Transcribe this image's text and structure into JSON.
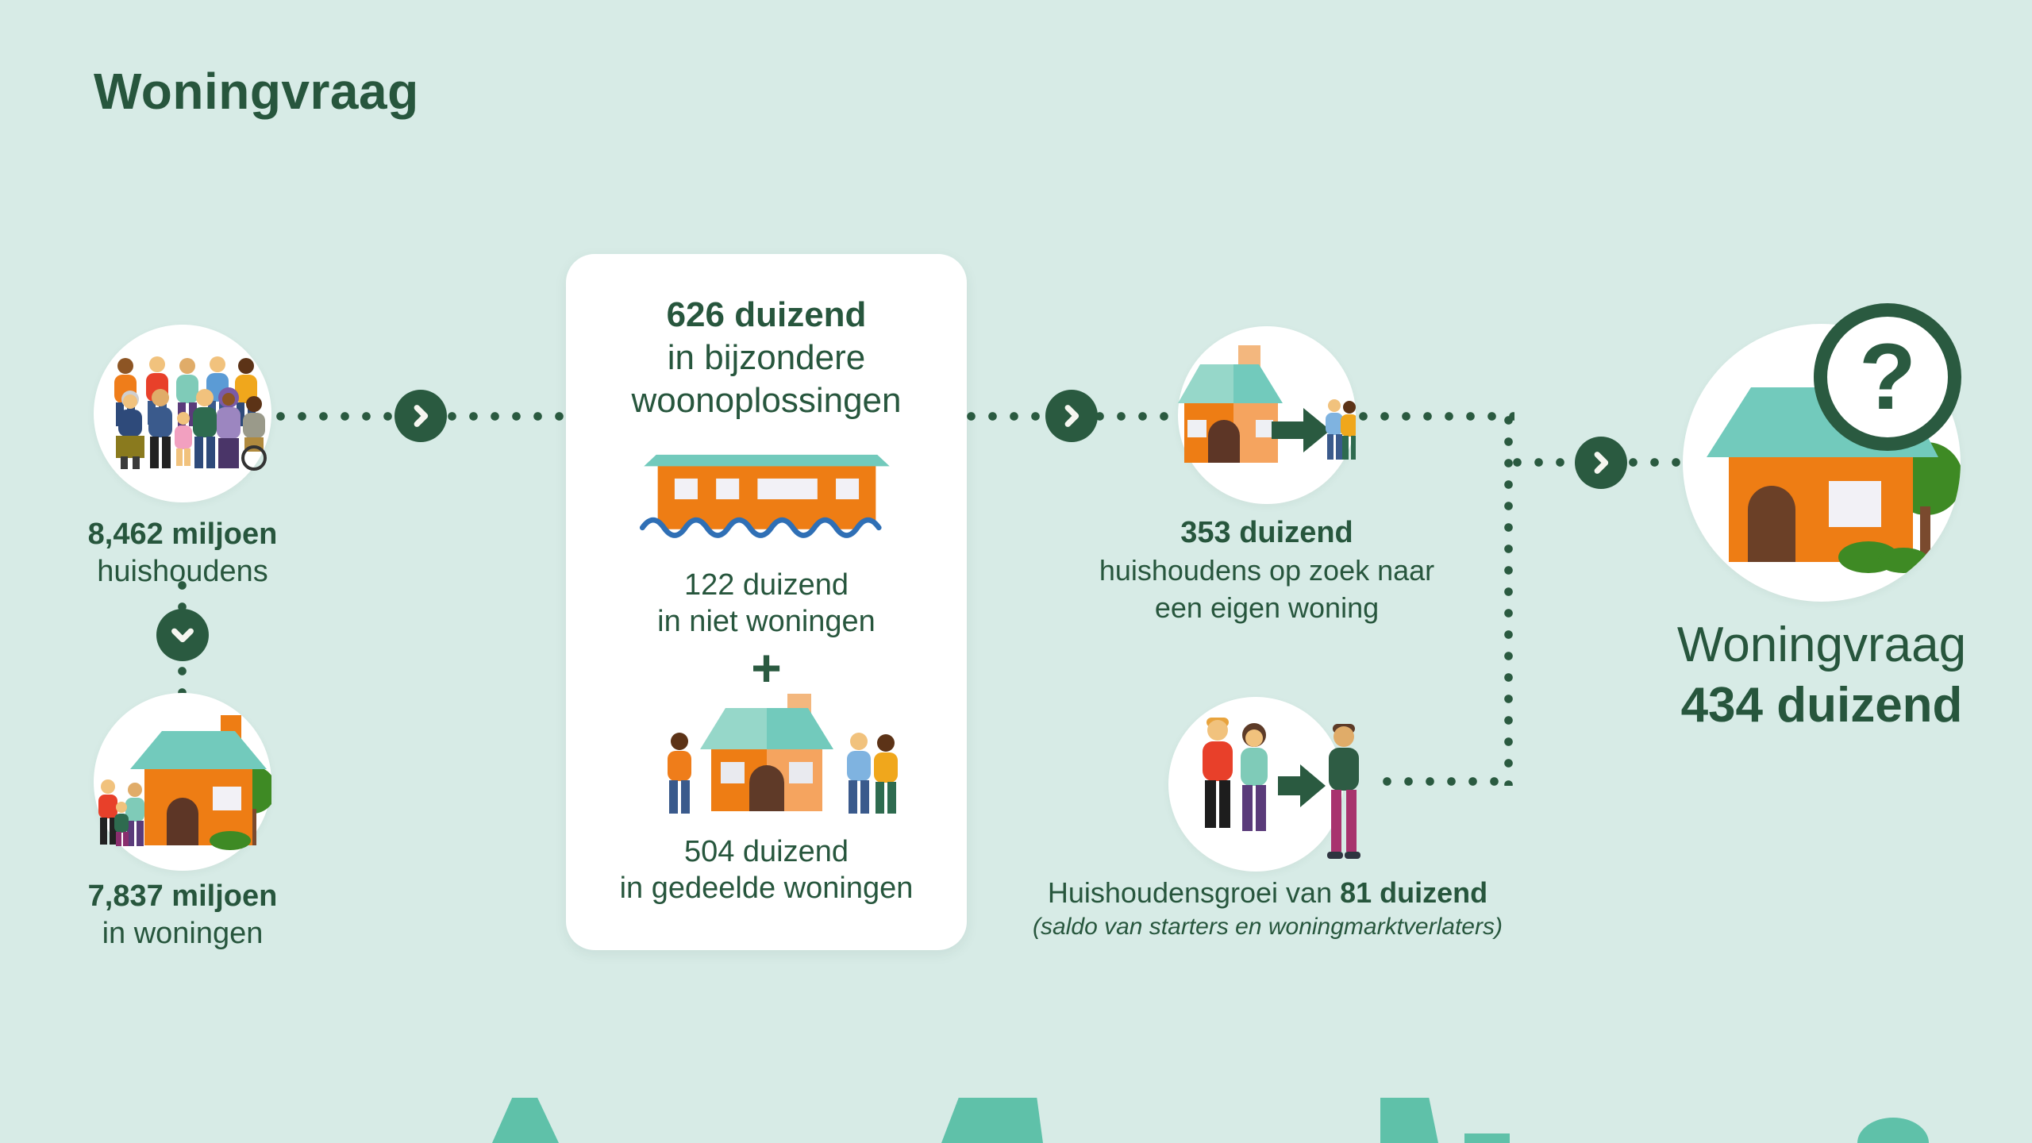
{
  "title": "Woningvraag",
  "colors": {
    "background": "#d7ebe6",
    "dark_green": "#2a5a40",
    "text_green": "#27563d",
    "teal": "#5fc1a9",
    "roof_teal": "#72cabc",
    "orange": "#ee7d14",
    "white": "#ffffff"
  },
  "nodes": {
    "households": {
      "value": "8,462 miljoen",
      "label": "huishoudens"
    },
    "in_woningen": {
      "value": "7,837 miljoen",
      "label": "in woningen"
    },
    "special_card": {
      "total": "626 duizend",
      "total_label": "in bijzondere woonoplossingen",
      "item1_value": "122 duizend",
      "item1_label": "in niet woningen",
      "plus": "+",
      "item2_value": "504 duizend",
      "item2_label": "in gedeelde woningen"
    },
    "searching": {
      "value": "353 duizend",
      "label_line1": "huishoudens op zoek naar",
      "label_line2": "een eigen woning"
    },
    "growth": {
      "prefix": "Huishoudensgroei van ",
      "value": "81 duizend",
      "note": "(saldo van starters en woningmarktverlaters)"
    },
    "result": {
      "label": "Woningvraag",
      "value": "434 duizend",
      "badge": "?"
    }
  }
}
